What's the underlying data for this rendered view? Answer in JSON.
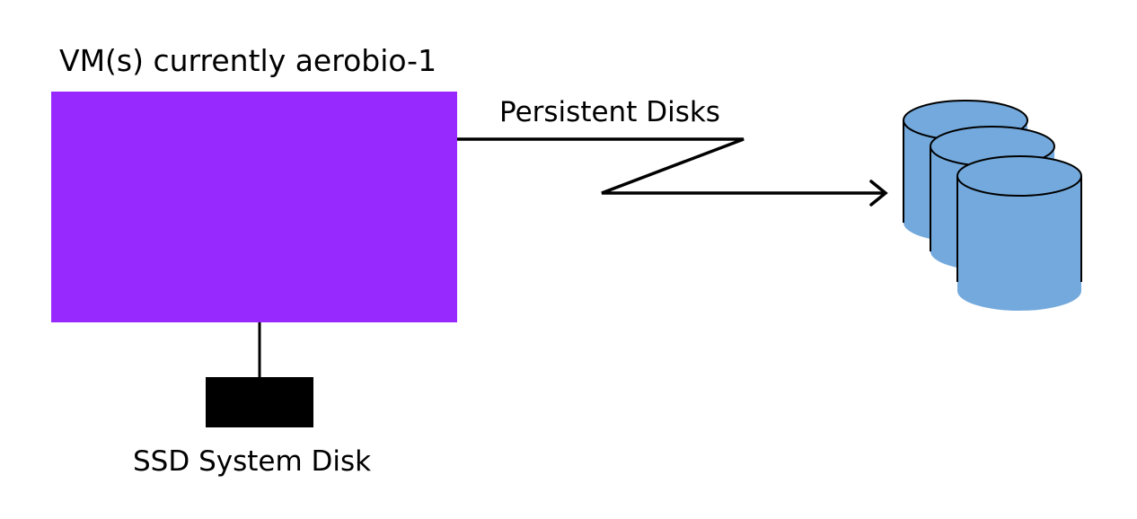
{
  "diagram": {
    "vm_label": "VM(s) currently aerobio-1",
    "persistent_disks_label": "Persistent Disks",
    "ssd_label": "SSD System Disk",
    "persistent_disk_count": 3
  },
  "colors": {
    "vm_box": "#9829fe",
    "ssd_box": "#000000",
    "disk_fill": "#73a9dc",
    "line": "#000000"
  }
}
